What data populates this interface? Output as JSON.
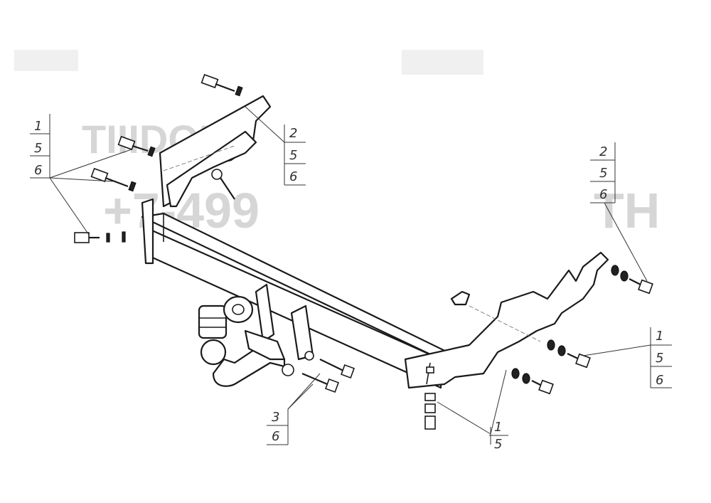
{
  "watermark": {
    "brand_text": "TIIIDOIT",
    "phone_text": "+7-499",
    "side_text": "TH"
  },
  "callouts": {
    "top_left": {
      "n1": "1",
      "n2": "5",
      "n3": "6"
    },
    "top_center": {
      "n1": "2",
      "n2": "5",
      "n3": "6"
    },
    "top_right": {
      "n1": "2",
      "n2": "5",
      "n3": "6"
    },
    "right_mid": {
      "n1": "1",
      "n2": "5",
      "n3": "6"
    },
    "bottom_left": {
      "n1": "3",
      "n2": "6"
    },
    "bottom_right": {
      "n1": "1",
      "n2": "5"
    }
  }
}
